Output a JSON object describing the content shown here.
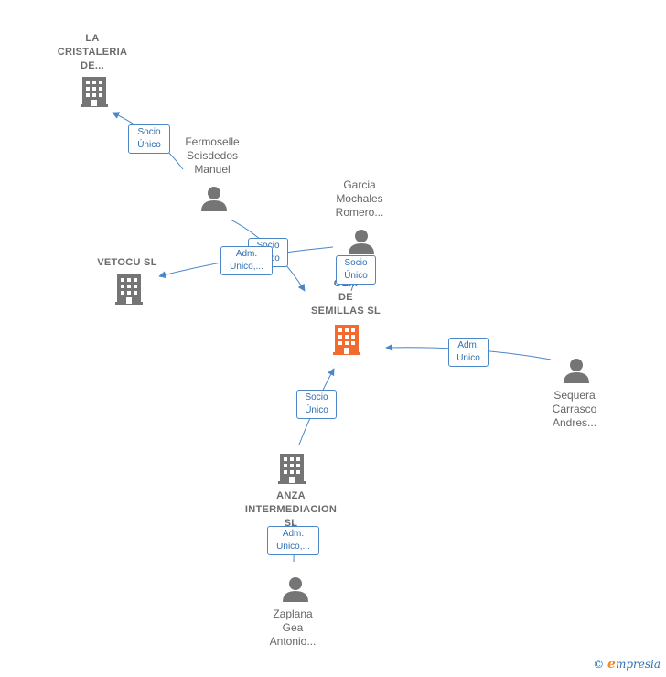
{
  "colors": {
    "edge": "#4a86c8",
    "node_gray": "#757575",
    "focus_company": "#f26a2e"
  },
  "nodes": {
    "la_cristaleria": {
      "label": "LA\nCRISTALERIA\nDE...",
      "icon": "building-icon"
    },
    "fermoselle": {
      "label": "Fermoselle\nSeisdedos\nManuel",
      "icon": "person-icon"
    },
    "garcia": {
      "label": "Garcia\nMochales\nRomero...",
      "icon": "person-icon"
    },
    "vetocu": {
      "label": "VETOCU SL",
      "icon": "building-icon"
    },
    "main_company": {
      "label": "GE...\nDE\nSEMILLAS SL",
      "icon": "building-icon"
    },
    "sequera": {
      "label": "Sequera\nCarrasco\nAndres...",
      "icon": "person-icon"
    },
    "anza": {
      "label": "ANZA\nINTERMEDIACION\nSL",
      "icon": "building-icon"
    },
    "zaplana": {
      "label": "Zaplana\nGea\nAntonio...",
      "icon": "person-icon"
    }
  },
  "edges": {
    "fermoselle_la_cristaleria": "Socio\nÚnico",
    "fermoselle_main": "Socio\nÚnico",
    "garcia_vetocu": "Adm.\nUnico,...",
    "garcia_main": "Socio\nÚnico",
    "sequera_main": "Adm.\nUnico",
    "anza_main": "Socio\nÚnico",
    "zaplana_anza": "Adm.\nUnico,..."
  },
  "footer": {
    "copyright_symbol": "©",
    "brand_initial": "e",
    "brand_rest": "mpresia"
  }
}
